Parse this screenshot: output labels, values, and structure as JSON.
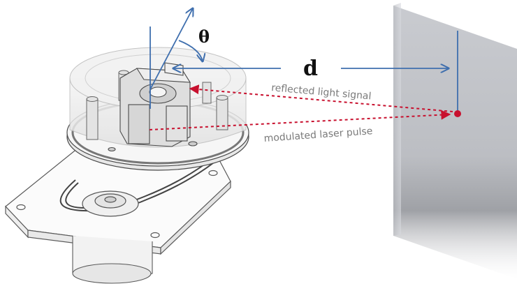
{
  "labels": {
    "theta": "θ",
    "distance": "d",
    "reflected": "reflected light signal",
    "emitted": "modulated laser pulse"
  },
  "colors": {
    "axis_blue": "#3f6fae",
    "laser_red": "#c8102e",
    "target_dot": "#c8102e",
    "wall_light": "#d8dadf",
    "wall_dark": "#9a9ca2",
    "outline": "#555555"
  }
}
